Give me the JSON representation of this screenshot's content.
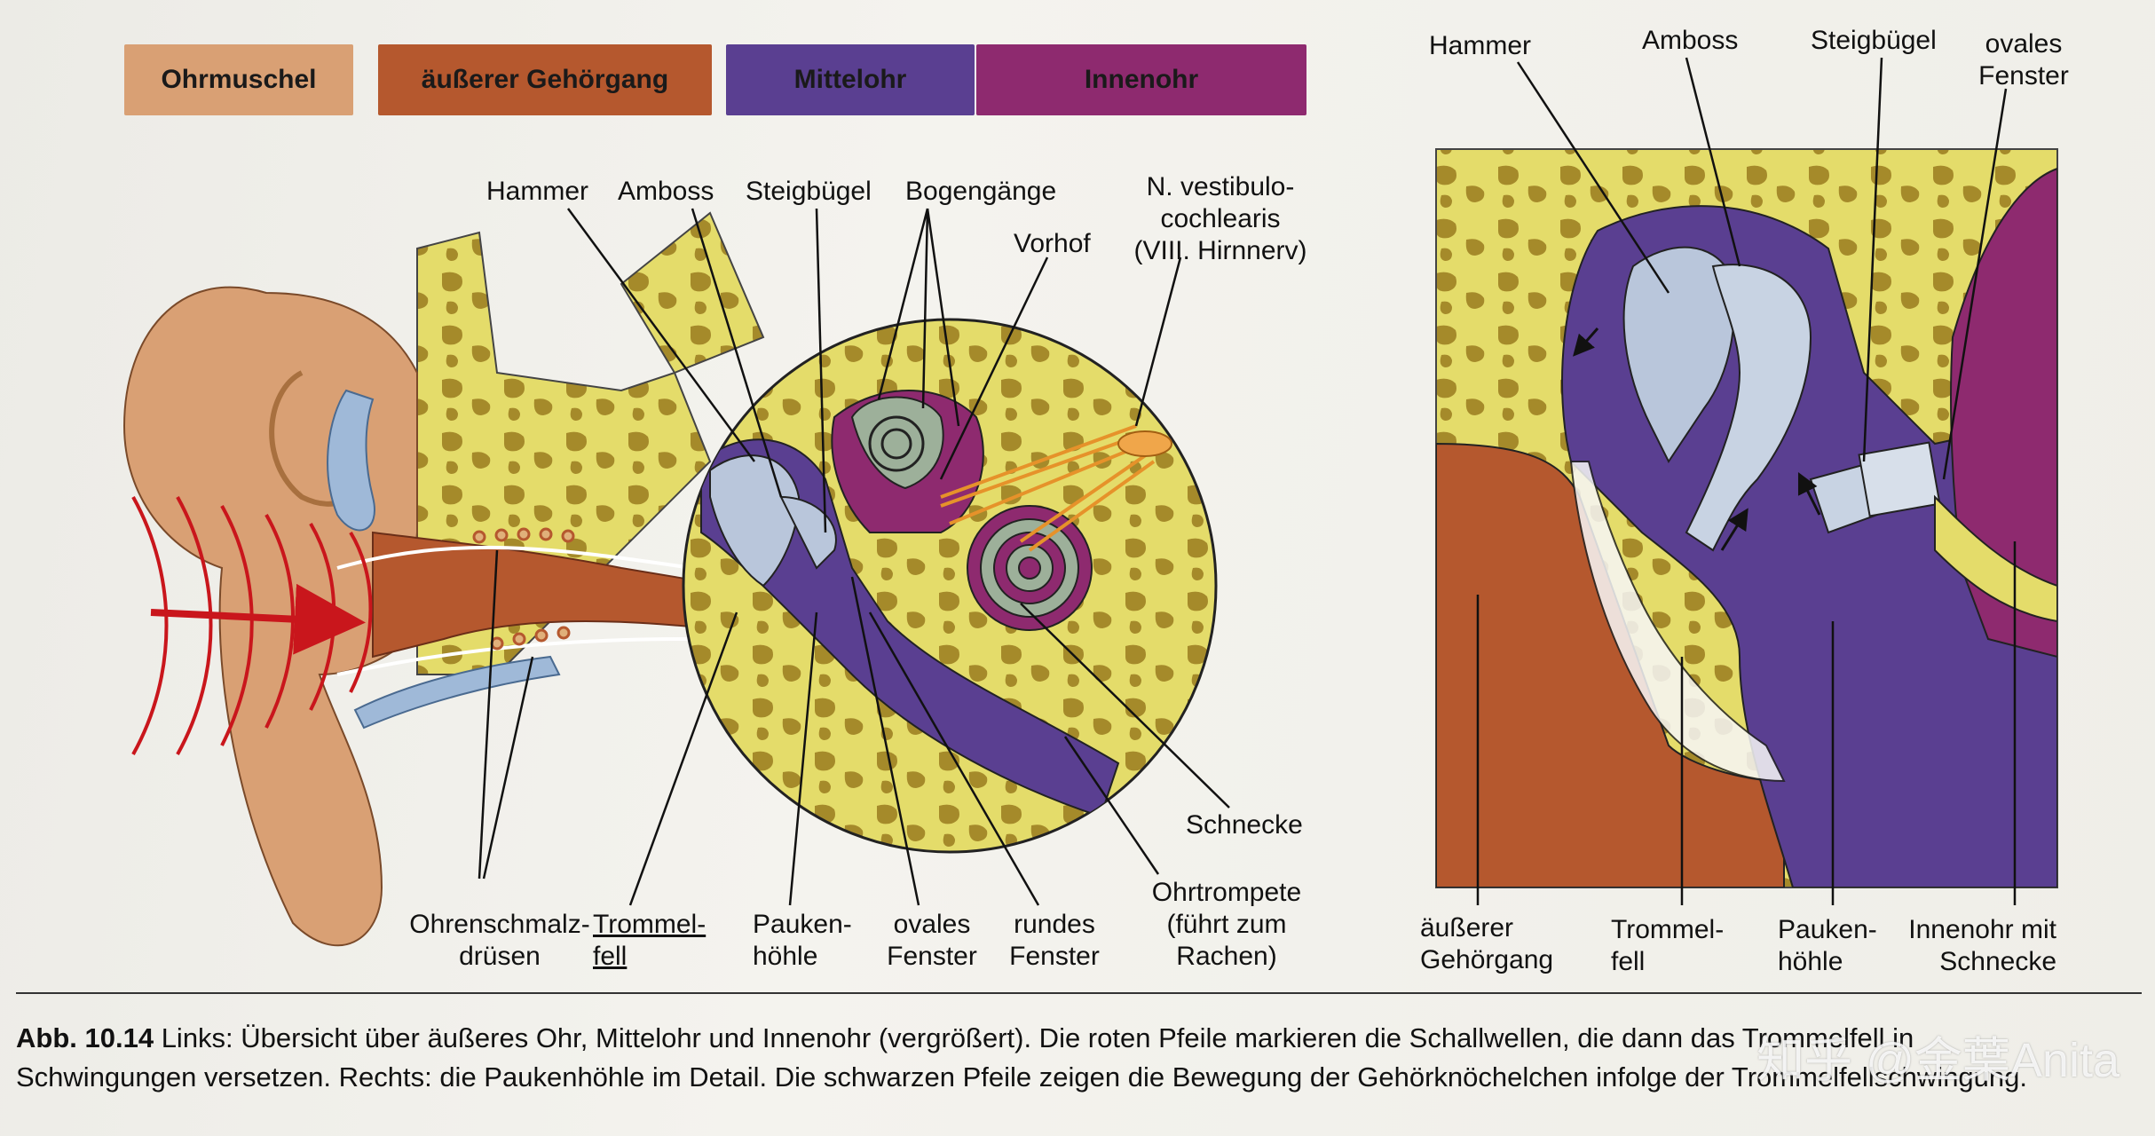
{
  "legend": [
    {
      "label": "Ohrmuschel",
      "color": "#d9a074"
    },
    {
      "label": "äußerer Gehörgang",
      "color": "#b5582e"
    },
    {
      "label": "Mittelohr",
      "color": "#5a3f91"
    },
    {
      "label": "Innenohr",
      "color": "#8e2a6f"
    }
  ],
  "left_labels": {
    "hammer": "Hammer",
    "amboss": "Amboss",
    "steigbuegel": "Steigbügel",
    "bogengaenge": "Bogengänge",
    "vorhof": "Vorhof",
    "nerv_line1": "N. vestibulo-",
    "nerv_line2": "cochlearis",
    "nerv_line3": "(VIII. Hirnnerv)",
    "schnecke": "Schnecke",
    "ohrtrompete_line1": "Ohrtrompete",
    "ohrtrompete_line2": "(führt zum",
    "ohrtrompete_line3": "Rachen)",
    "drusen_line1": "Ohrenschmalz-",
    "drusen_line2": "drüsen",
    "trommelfell_line1": "Trommel-",
    "trommelfell_line2": "fell",
    "paukenhoehle_line1": "Pauken-",
    "paukenhoehle_line2": "höhle",
    "ovales_line1": "ovales",
    "ovales_line2": "Fenster",
    "rundes_line1": "rundes",
    "rundes_line2": "Fenster"
  },
  "right_labels": {
    "hammer": "Hammer",
    "amboss": "Amboss",
    "steigbuegel": "Steigbügel",
    "ovales_line1": "ovales",
    "ovales_line2": "Fenster",
    "gehoergang_line1": "äußerer",
    "gehoergang_line2": "Gehörgang",
    "trommelfell_line1": "Trommel-",
    "trommelfell_line2": "fell",
    "paukenhoehle_line1": "Pauken-",
    "paukenhoehle_line2": "höhle",
    "innenohr_line1": "Innenohr mit",
    "innenohr_line2": "Schnecke"
  },
  "caption": {
    "figure_number": "Abb. 10.14",
    "line1": "Links: Übersicht über äußeres Ohr, Mittelohr und Innenohr (vergrößert). Die roten Pfeile markieren die Schallwellen, die dann das Trommelfell in",
    "line2": "Schwingungen versetzen. Rechts: die Paukenhöhle im Detail. Die schwarzen Pfeile zeigen die Bewegung der Gehörknöchelchen infolge der Trommelfellschwingung."
  },
  "watermark": "知乎 @金葉Anita",
  "colors": {
    "bone": "#e4dc6a",
    "bone_hole": "#a58a2a",
    "skin": "#d9a074",
    "canal": "#b5582e",
    "middle": "#5a3f91",
    "inner": "#8e2a6f",
    "ossicle": "#b9c6db",
    "cartilage": "#9fb9d8",
    "arrow": "#c9161c",
    "nerve": "#e6922a"
  }
}
